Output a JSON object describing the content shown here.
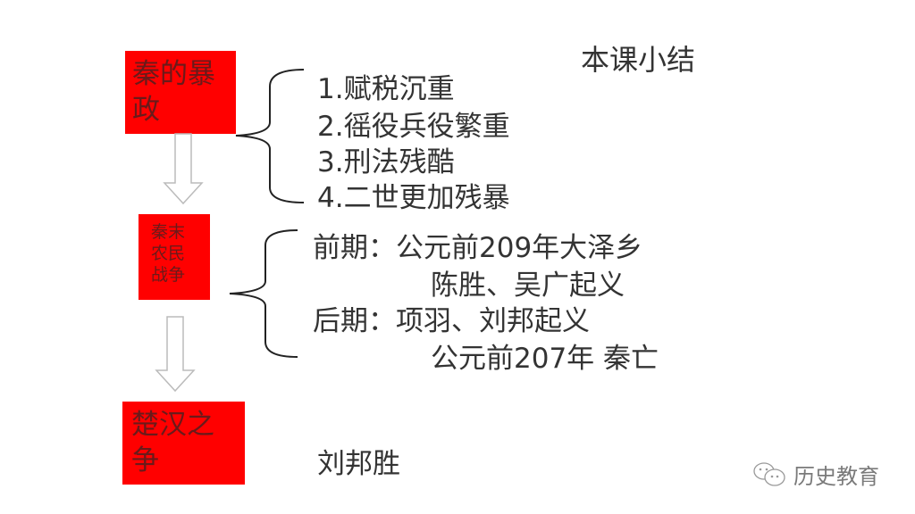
{
  "title": "本课小结",
  "colors": {
    "box_fill": "#ff0000",
    "box_text": "#6a1a1a",
    "text": "#333333",
    "bracket": "#222222",
    "arrow_outline": "#bbbbbb"
  },
  "boxes": [
    {
      "label": "秦的暴政"
    },
    {
      "label": "秦末农民战争"
    },
    {
      "label": "楚汉之争"
    }
  ],
  "group1": {
    "items": [
      "1.赋税沉重",
      "2.徭役兵役繁重",
      "3.刑法残酷",
      "4.二世更加残暴"
    ]
  },
  "group2": {
    "lines": [
      "前期：公元前209年大泽乡",
      "陈胜、吴广起义",
      "后期：项羽、刘邦起义",
      "公元前207年 秦亡"
    ]
  },
  "group3": {
    "result": "刘邦胜"
  },
  "watermark": {
    "icon": "wechat-icon",
    "text": "历史教育"
  }
}
